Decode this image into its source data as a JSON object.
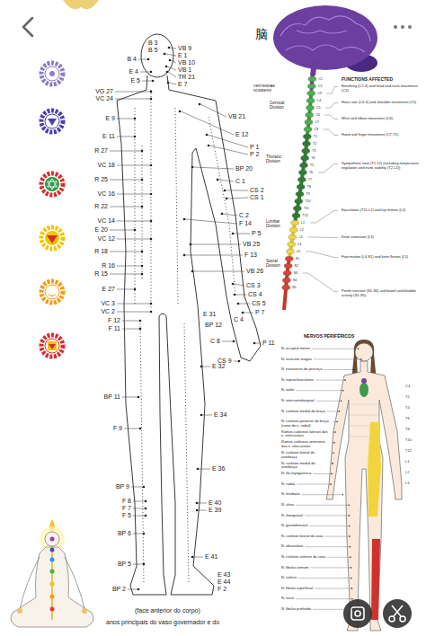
{
  "diagram": {
    "caption": "(face anterior do corpo)",
    "labels": [
      "B 3",
      "B 5",
      "VB 9",
      "E 1",
      "VB 10",
      "VB 1",
      "TR 21",
      "E 7",
      "B 4",
      "E 4",
      "E 5",
      "VG 27",
      "VC 24",
      "E 9",
      "E 11",
      "R 27",
      "VC 18",
      "R 25",
      "VC 16",
      "R 22",
      "VC 14",
      "E 20",
      "VC 12",
      "R 18",
      "R 16",
      "R 15",
      "E 27",
      "VC 3",
      "VC 2",
      "F 12",
      "F 11",
      "VB 21",
      "E 12",
      "P 1",
      "P 2",
      "BP 20",
      "C 1",
      "CS 2",
      "CS 1",
      "C 2",
      "F 14",
      "P 5",
      "VB 25",
      "F 13",
      "VB 26",
      "CS 3",
      "CS 4",
      "CS 5",
      "P 7",
      "C 4",
      "P 11",
      "C 8",
      "CS 9",
      "E 31",
      "BP 12",
      "E 32",
      "E 34",
      "E 36",
      "E 40",
      "E 39",
      "E 41",
      "E 43",
      "E 44",
      "F 2",
      "BP 11",
      "F 9",
      "BP 9",
      "F 8",
      "F 7",
      "F 5",
      "BP 6",
      "BP 5",
      "BP 2",
      "anos principais do vaso governador e do",
      "脑",
      "FUNCTIONS AFFECTED",
      "VERTEBRAE NUMBERS",
      "Cervical Division",
      "Thoracic Division",
      "Lumbar Division",
      "Sacral Division",
      "C1",
      "C2",
      "C3",
      "C4",
      "C5",
      "C6",
      "C7",
      "C8",
      "T1",
      "T2",
      "T3",
      "T4",
      "T5",
      "T6",
      "T7",
      "T8",
      "T9",
      "T10",
      "T11",
      "T12",
      "L1",
      "L2",
      "L3",
      "L4",
      "L5",
      "S1",
      "S2",
      "S3",
      "S4",
      "S5",
      "Breathing (C1-4) and head and neck movement (C3)",
      "Heart rate (C4-6) and shoulder movement (C5)",
      "Wrist and elbow movement (C6)",
      "Hand and finger movement (C7-T1)",
      "Sympathetic tone (T1-12) (including temperature regulation and trunk stability (T2-L2))",
      "Ejaculation (T11-L2) and hip motion (L2)",
      "Knee extension (L3)",
      "Foot motion (L4-S1) and knee flexion (L5)",
      "Penile erection (S2-S4) and bowel and bladder activity (S2-S5)",
      "NERVOS PERIFÉRICOS",
      "N. occipital menor",
      "N. auricular magno",
      "N. transverso do pescoço",
      "N. supraclaviculares",
      "N. axilar",
      "N. intercostobraquial",
      "N. cutâneo medial do braço",
      "N. cutâneo posterior do braço (ramo do n. radial)",
      "Ramos cutâneos laterais dos n. intercostais",
      "Ramos cutâneos anteriores dos n. intercostais",
      "N. cutâneo lateral do antebraço",
      "N. cutâneo medial do antebraço",
      "N. ílio-hipogástrico",
      "N. radial",
      "N. mediano",
      "N. ulnar",
      "N. ilioinguinal",
      "N. genitofemoral",
      "N. cutâneo lateral da coxa",
      "N. obturatório",
      "N. cutâneo anterior da coxa",
      "N. fibular comum",
      "N. safeno",
      "N. fibular superficial",
      "N. sural",
      "N. fibular profundo",
      "C4",
      "T2",
      "T4",
      "T6",
      "T8",
      "T10",
      "T12",
      "L1",
      "L2",
      "L3"
    ]
  }
}
